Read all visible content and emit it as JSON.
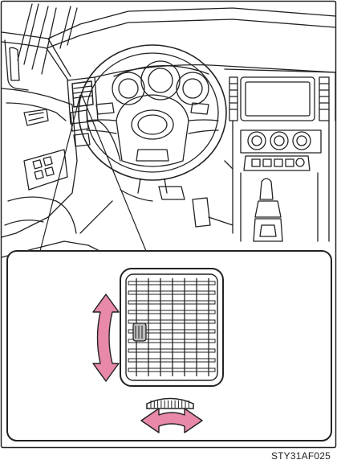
{
  "figure": {
    "code": "STY31AF025",
    "accent_color": "#e889a9",
    "line_color": "#222222"
  },
  "icons": {
    "vertical_arrow": "double-headed-curved-arrow-vertical",
    "horizontal_arrow": "double-headed-curved-arrow-horizontal",
    "adjust_knob": "thumbwheel-knob"
  }
}
